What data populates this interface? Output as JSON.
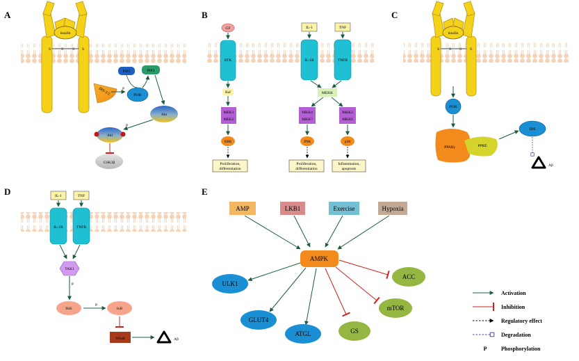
{
  "panels": {
    "A": "A",
    "B": "B",
    "C": "C",
    "D": "D",
    "E": "E"
  },
  "panel_a": {
    "insulin": "insulin",
    "s": "S",
    "irs": "IRS-1/2",
    "p": "P",
    "pip2": "PIP2",
    "pip3": "PIP3",
    "pi3k": "PI3K",
    "akt": "Akt",
    "gsk": "GSK3β"
  },
  "panel_b": {
    "gf": "GF",
    "il1": "IL-1",
    "tnf": "TNF",
    "rtk": "RTK",
    "il1r": "IL-1R",
    "tnfr": "TNFR",
    "raf": "Raf",
    "mek12": [
      "MEK1",
      "MEK2"
    ],
    "erk": "ERK",
    "mekk": "MEKK",
    "mkk47": [
      "MKK4",
      "MKK7"
    ],
    "jnk": "JNK",
    "mkk36": [
      "MKK3",
      "MKK6"
    ],
    "p38": "p38",
    "out_erk": [
      "Proliferation,",
      "differentiation"
    ],
    "out_jnk": [
      "Proliferation,",
      "differentiation"
    ],
    "out_p38": [
      "Inflammation,",
      "apoptosis"
    ]
  },
  "panel_c": {
    "insulin": "insulin",
    "s": "S",
    "pi3k": "PI3K",
    "ppar": "PPARγ",
    "pprE": "PPRE",
    "ide": "IDE",
    "abeta": "Aβ"
  },
  "panel_d": {
    "il1": "IL-1",
    "tnf": "TNF",
    "il1r": "IL-1R",
    "tnfr": "TNFR",
    "tak1": "TAK1",
    "p": "P",
    "ikk": "IKK",
    "ikb": "IκB",
    "nfkb": "NFκB",
    "abeta": "Aβ"
  },
  "panel_e": {
    "amp": "AMP",
    "lkb1": "LKB1",
    "exercise": "Exercise",
    "hypoxia": "Hypoxia",
    "ampk": "AMPK",
    "ulk1": "ULK1",
    "glut4": "GLUT4",
    "atgl": "ATGL",
    "gs": "GS",
    "mtor": "mTOR",
    "acc": "ACC"
  },
  "legend": {
    "activation": "Activation",
    "inhibition": "Inhibition",
    "regulatory": "Regulatory effect",
    "degradation": "Degradation",
    "p_symbol": "P",
    "phosphorylation": "Phosphorylation"
  },
  "colors": {
    "activation": "#1a5c3a",
    "inhibition": "#d21f1f",
    "receptor": "#f5d21a",
    "cyan": "#1fbfd4",
    "blue": "#1a8fd4",
    "orange": "#f28a1c",
    "green_node": "#95b640",
    "purple": "#b45ed6",
    "light_yellow": "#fbf3a8",
    "salmon": "#f7a58a",
    "nfkb": "#a83a1c",
    "amp": "#f4b865",
    "lkb1": "#d98a8a",
    "exercise": "#74bfd4",
    "hypoxia": "#c4a896"
  }
}
